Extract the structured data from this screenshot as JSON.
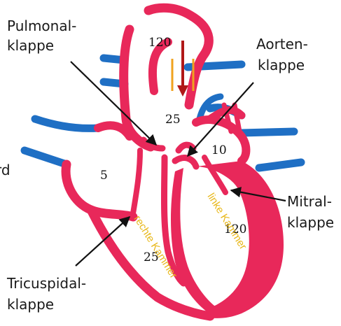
{
  "colors": {
    "heart": "#e8285a",
    "vein": "#1f6fc4",
    "arrow_red": "#b01818",
    "bar_orange": "#f0a21e",
    "chamber_text": "#e8b81a"
  },
  "labels": {
    "pulmonal": [
      "Pulmonal-",
      "klappe"
    ],
    "aorten": [
      "Aorten-",
      "klappe"
    ],
    "mitral": [
      "Mitral-",
      "klappe"
    ],
    "tricuspidal": [
      "Tricuspidal-",
      "klappe"
    ],
    "cut_left": "rd"
  },
  "values": {
    "aorta_pressure": "120",
    "pulmonary_artery_pressure": "25",
    "left_atrium_pressure": "10",
    "right_atrium_pressure": "5",
    "left_ventricle_pressure": "120",
    "right_ventricle_pressure": "25"
  },
  "chambers": {
    "right": "rechte Kammer",
    "left": "linke Kammer"
  }
}
